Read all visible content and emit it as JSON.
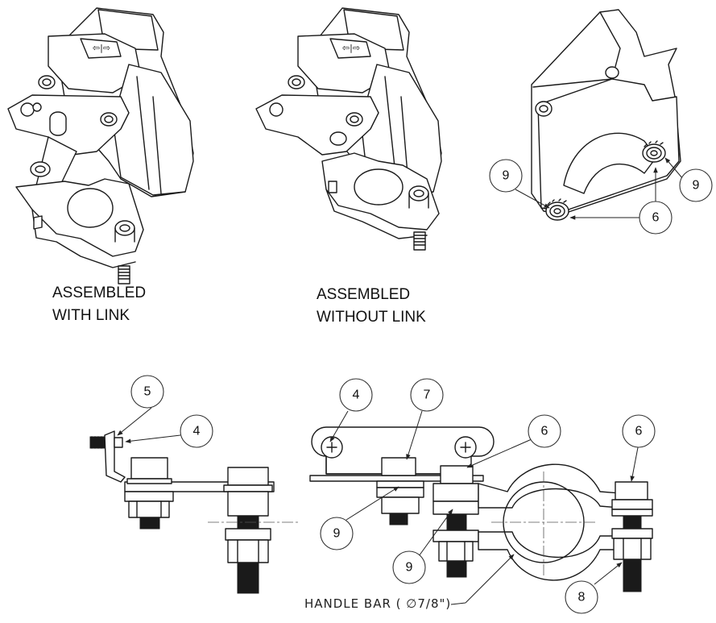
{
  "captions": {
    "with_link_line1": "ASSEMBLED",
    "with_link_line2": "WITH LINK",
    "without_link_line1": "ASSEMBLED",
    "without_link_line2": "WITHOUT LINK"
  },
  "handle_bar_label": "HANDLE BAR ( ∅7/8\")",
  "balloons": {
    "top_right_9a": "9",
    "top_right_9b": "9",
    "top_right_6": "6",
    "bl_5": "5",
    "bl_4": "4",
    "br_4": "4",
    "br_7": "7",
    "br_6a": "6",
    "br_6b": "6",
    "br_9a": "9",
    "br_9b": "9",
    "br_8": "8"
  }
}
